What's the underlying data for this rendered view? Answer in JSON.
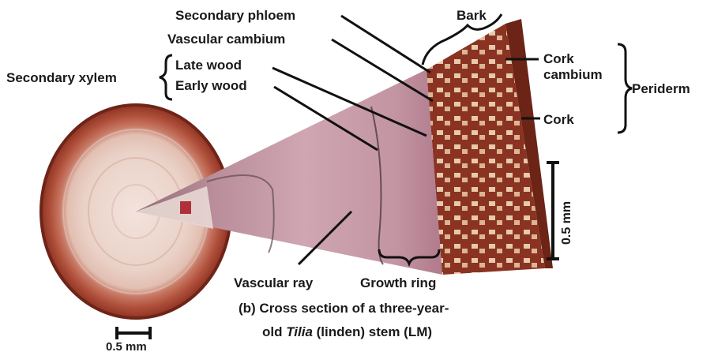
{
  "labels": {
    "secondary_phloem": "Secondary phloem",
    "bark": "Bark",
    "vascular_cambium": "Vascular cambium",
    "secondary_xylem": "Secondary xylem",
    "late_wood": "Late wood",
    "early_wood": "Early wood",
    "cork_cambium_line1": "Cork",
    "cork_cambium_line2": "cambium",
    "periderm": "Periderm",
    "cork": "Cork",
    "scale_bar_right": "0.5 mm",
    "vascular_ray": "Vascular ray",
    "growth_ring": "Growth ring",
    "scale_bar_left": "0.5 mm"
  },
  "caption": {
    "line1": "(b) Cross section of a three-year-",
    "line2_prefix": "old ",
    "line2_genus": "Tilia",
    "line2_suffix": " (linden) stem (LM)"
  },
  "colors": {
    "bark_dark": "#7a2a1c",
    "bark_light": "#e8cdb8",
    "xylem_pink": "#c99aa8",
    "xylem_light": "#e4c8cf",
    "stem_ring": "#b9553f"
  }
}
